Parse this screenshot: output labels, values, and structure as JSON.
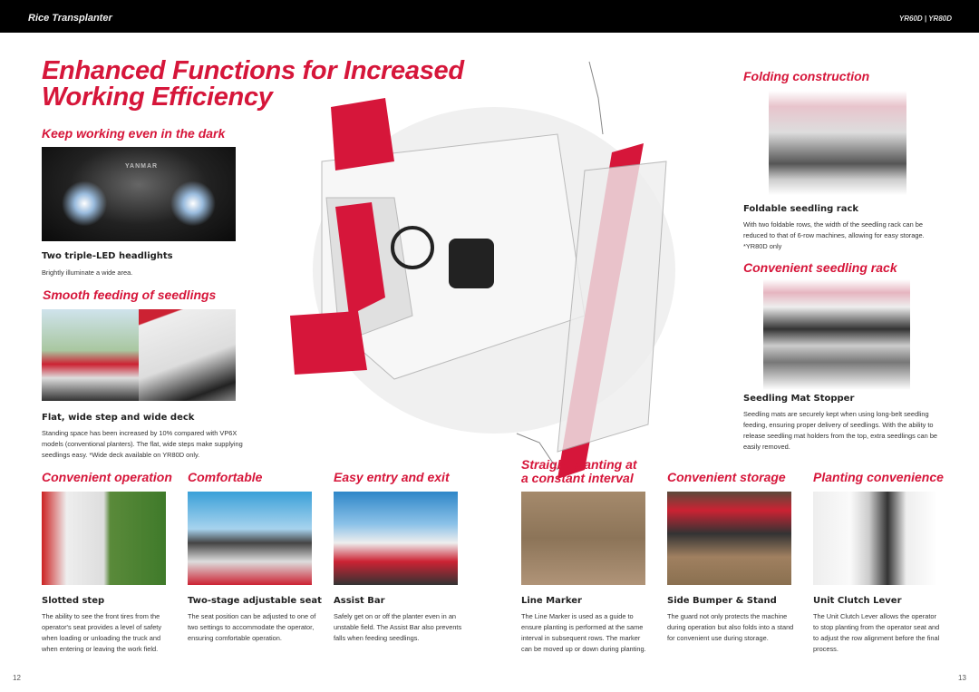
{
  "header": {
    "section": "Rice Transplanter",
    "models": "YR60D | YR80D"
  },
  "title": {
    "line1": "Enhanced Functions for Increased",
    "line2": "Working Efficiency"
  },
  "left": {
    "dark": {
      "heading": "Keep working even in the dark",
      "logo": "YANMAR",
      "caption": "Two triple-LED headlights",
      "body": "Brightly illuminate a wide area."
    },
    "feeding": {
      "heading": "Smooth feeding of seedlings",
      "caption": "Flat, wide step and wide deck",
      "body": "Standing space has been increased by 10% compared with VP6X models (conventional planters). The flat, wide steps make supplying seedlings easy. *Wide deck available on YR80D only."
    }
  },
  "right": {
    "folding": {
      "heading": "Folding construction",
      "caption": "Foldable seedling rack",
      "body": "With two foldable rows, the width of the seedling rack can be reduced to that of 6-row machines, allowing for easy storage. *YR80D only"
    },
    "rack": {
      "heading": "Convenient seedling rack",
      "caption": "Seedling Mat Stopper",
      "body": "Seedling mats are securely kept when using long-belt seedling feeding, ensuring proper delivery of seedlings. With the ability to release seedling mat holders from the top, extra seedlings can be easily removed."
    }
  },
  "features": [
    {
      "heading": "Convenient operation",
      "caption": "Slotted step",
      "body": "The ability to see the front tires from the operator's seat provides a level of safety when loading or unloading the truck and when entering or leaving the work field."
    },
    {
      "heading": "Comfortable",
      "caption": "Two-stage adjustable seat",
      "body": "The seat position can be adjusted to one of two settings to accommodate the operator, ensuring comfortable operation."
    },
    {
      "heading": "Easy entry and exit",
      "caption": "Assist Bar",
      "body": "Safely get on or off the planter even in an unstable field. The Assist Bar also prevents falls when feeding seedlings."
    },
    {
      "heading": "Straight planting at\na constant interval",
      "caption": "Line Marker",
      "body": "The Line Marker is used as a guide to ensure planting is performed at the same interval in subsequent rows. The marker can be moved up or down during planting."
    },
    {
      "heading": "Convenient storage",
      "caption": "Side Bumper & Stand",
      "body": "The guard not only protects the machine during operation but also folds into a stand for convenient use during storage."
    },
    {
      "heading": "Planting convenience",
      "caption": "Unit Clutch Lever",
      "body": "The Unit Clutch Lever allows the operator to stop planting from the operator seat and to adjust the row alignment before the final process."
    }
  ],
  "pages": {
    "left": "12",
    "right": "13"
  },
  "colors": {
    "accent": "#d6163a",
    "header": "#000000"
  }
}
